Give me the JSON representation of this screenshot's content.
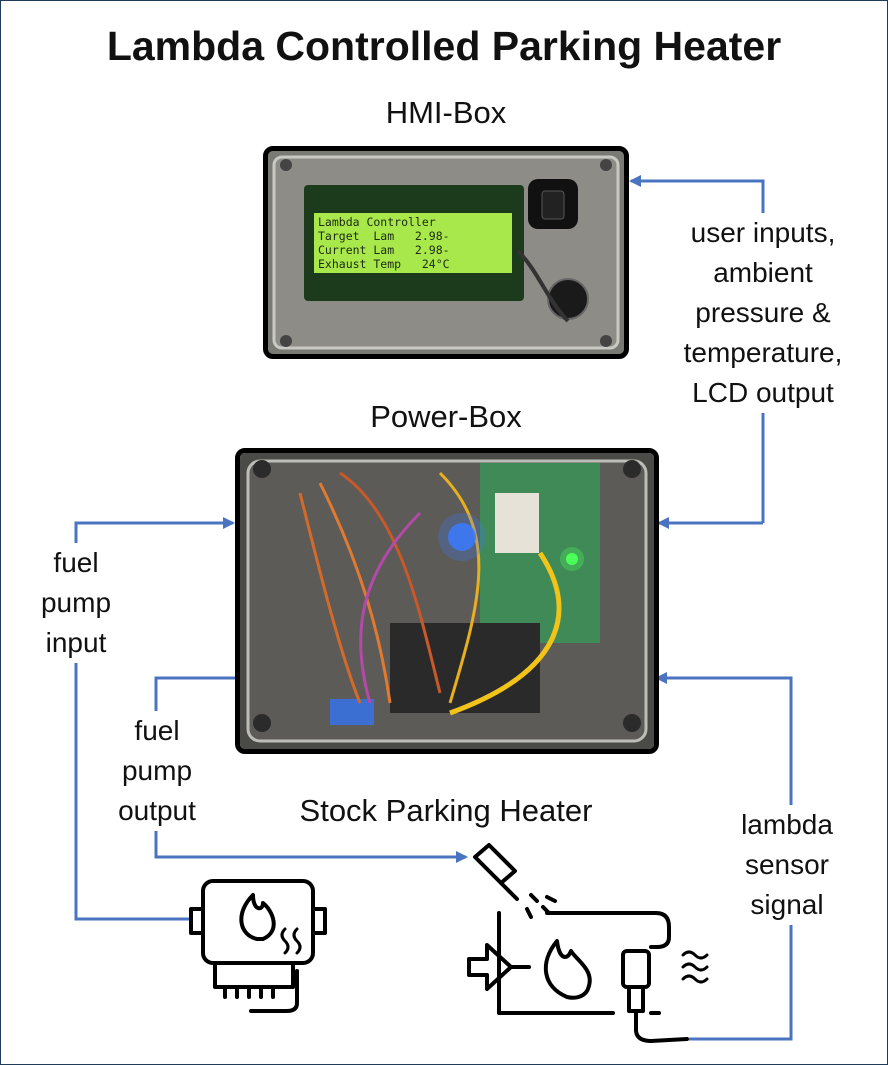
{
  "title": "Lambda Controlled Parking Heater",
  "hmi": {
    "label": "HMI-Box",
    "lcd_lines": [
      "Lambda Controller",
      "Target  Lam   2.98-",
      "Current Lam   2.98-",
      "Exhaust Temp   24°C"
    ]
  },
  "power": {
    "label": "Power-Box"
  },
  "heater": {
    "label": "Stock Parking Heater"
  },
  "signals": {
    "user_inputs": [
      "user inputs,",
      "ambient",
      "pressure &",
      "temperature,",
      "LCD output"
    ],
    "fuel_input": [
      "fuel",
      "pump",
      "input"
    ],
    "fuel_output": [
      "fuel",
      "pump",
      "output"
    ],
    "lambda": [
      "lambda",
      "sensor",
      "signal"
    ]
  },
  "colors": {
    "arrow": "#4a74c0",
    "lcd": "#a9e84a",
    "led_blue": "#3a7bff",
    "led_green": "#4cff5a"
  }
}
